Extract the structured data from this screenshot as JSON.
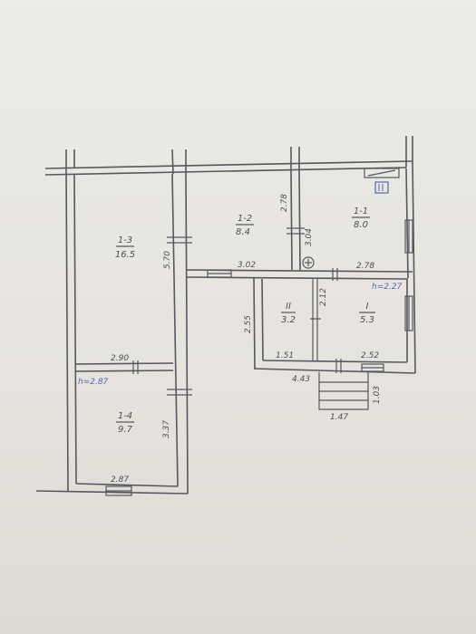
{
  "rooms": [
    {
      "id": "1-3",
      "area": "16.5"
    },
    {
      "id": "1-2",
      "area": "8.4"
    },
    {
      "id": "1-1",
      "area": "8.0"
    },
    {
      "id": "1-4",
      "area": "9.7"
    },
    {
      "id": "II",
      "area": "3.2"
    },
    {
      "id": "I",
      "area": "5.3"
    }
  ],
  "dimensions": {
    "d_290": "2.90",
    "d_570": "5.70",
    "d_278v": "2.78",
    "d_302": "3.02",
    "d_304": "3.04",
    "d_278h": "2.78",
    "d_212": "2.12",
    "d_255": "2.55",
    "d_151": "1.51",
    "d_252": "2.52",
    "d_443": "4.43",
    "d_103": "1.03",
    "d_147": "1.47",
    "d_337": "3.37",
    "d_287": "2.87"
  },
  "heights": {
    "left": "h=2.87",
    "right": "h=2.27"
  },
  "colors": {
    "ink": "#55585f",
    "blue_ink": "#5566b0",
    "paper": "#e9e6e1"
  },
  "icons": {
    "stove": "stove-icon",
    "sink": "sink-icon",
    "boiler": "boiler-icon"
  }
}
